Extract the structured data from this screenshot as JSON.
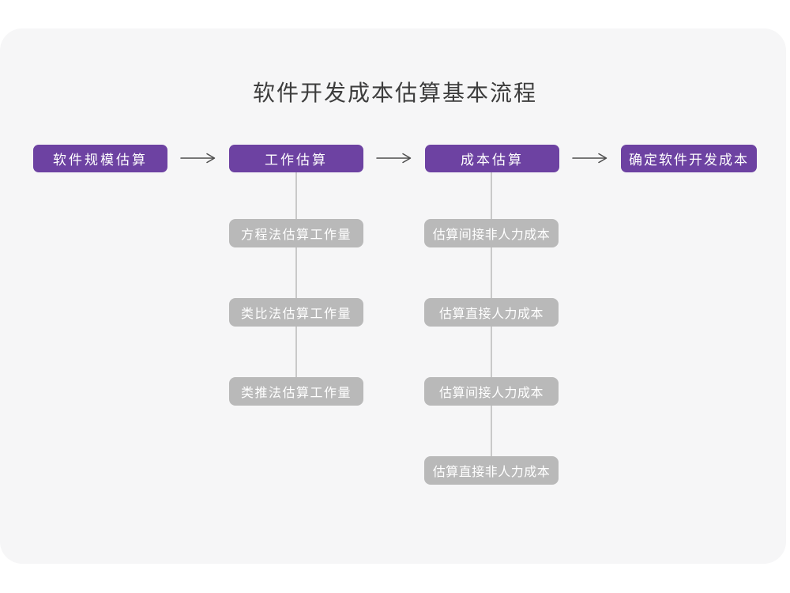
{
  "title": "软件开发成本估算基本流程",
  "colors": {
    "purple": "#6d42a2",
    "gray": "#b9b9b9",
    "card": "#f6f6f7",
    "line": "#c9c9c9",
    "arrow": "#4d4d4d",
    "title_text": "#3d3d3d"
  },
  "flow": {
    "stages": [
      {
        "label": "软件规模估算"
      },
      {
        "label": "工作估算"
      },
      {
        "label": "成本估算"
      },
      {
        "label": "确定软件开发成本"
      }
    ],
    "work_methods": [
      "方程法估算工作量",
      "类比法估算工作量",
      "类推法估算工作量"
    ],
    "cost_steps": [
      "估算间接非人力成本",
      "估算直接人力成本",
      "估算间接人力成本",
      "估算直接非人力成本"
    ]
  }
}
